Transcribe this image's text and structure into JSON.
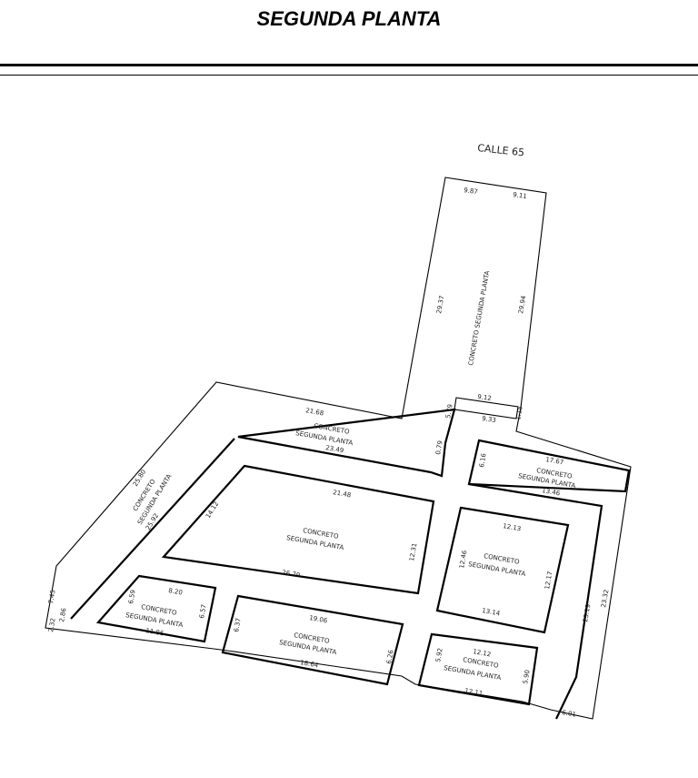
{
  "title": "SEGUNDA PLANTA",
  "street": "CALLE 65",
  "labels": {
    "concreto": "CONCRETO",
    "segunda_planta": "SEGUNDA PLANTA",
    "concreto_segunda_planta": "CONCRETO SEGUNDA PLANTA"
  },
  "dims": {
    "top_w_a": "9.87",
    "top_w_b": "9.11",
    "top_left": "29.37",
    "top_right": "29.94",
    "notch_top": "9.12",
    "notch_bottom": "9.33",
    "notch_left": "5.79",
    "notch_right": "1.15",
    "upper_top": "21.68",
    "upper_inner": "23.49",
    "upper_side": "0.79",
    "diag_outer": "25.80",
    "diag_inner": "25.92",
    "corner_a": "7.45",
    "corner_b": "2.32",
    "corner_c": "2.86",
    "big_top": "21.48",
    "big_left": "14.12",
    "big_right": "12.31",
    "big_bottom": "26.79",
    "ne_top": "17.67",
    "ne_left": "6.16",
    "ne_bottom": "13.46",
    "right_a": "23.19",
    "right_b": "23.32",
    "right_bottom": "6.01",
    "mid_top": "12.13",
    "mid_left": "12.46",
    "mid_right": "12.17",
    "mid_bottom": "13.14",
    "sw_top": "8.20",
    "sw_left": "6.59",
    "sw_right": "6.57",
    "sw_bottom": "11.86",
    "sm_top": "19.06",
    "sm_left": "6.37",
    "sm_right": "6.26",
    "sm_bottom": "18.64",
    "se_top": "12.12",
    "se_left": "5.92",
    "se_right": "5.90",
    "se_bottom": "12.11"
  }
}
